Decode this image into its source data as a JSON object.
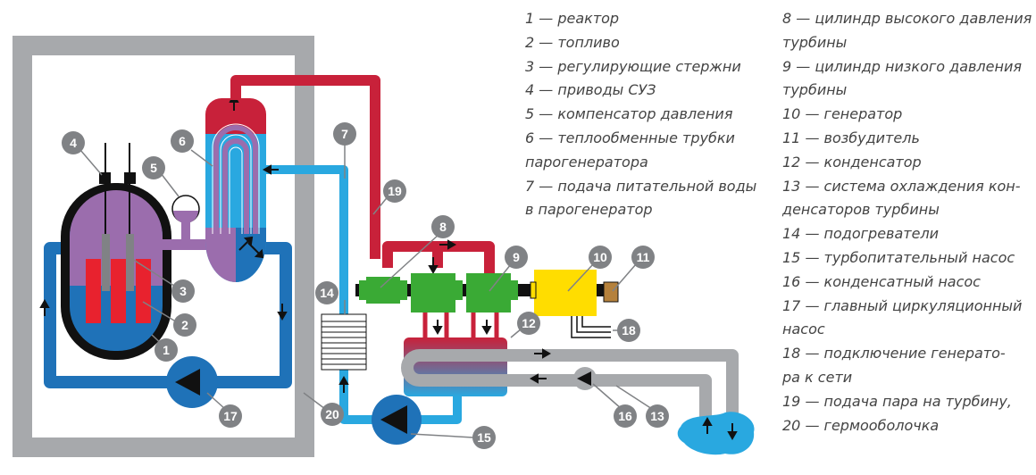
{
  "colors": {
    "containment": "#a7a9ac",
    "cold_loop": "#1f72b8",
    "feedwater": "#29a8e0",
    "steam": "#c8213a",
    "reactor_interior": "#9b6dad",
    "fuel": "#e8222e",
    "hp_lp_cylinders": "#3aaa35",
    "generator": "#ffdd00",
    "cooling": "#a7a9ac",
    "callout": "#808285",
    "pump": "#1f72b8"
  },
  "callouts": [
    "1",
    "2",
    "3",
    "4",
    "5",
    "6",
    "7",
    "8",
    "9",
    "10",
    "11",
    "12",
    "13",
    "14",
    "15",
    "16",
    "17",
    "18",
    "19",
    "20"
  ],
  "legend": {
    "left": [
      {
        "line": "1 — реактор"
      },
      {
        "line": "2 — топливо"
      },
      {
        "line": "3 — регулирующие стержни"
      },
      {
        "line": "4 — приводы СУЗ"
      },
      {
        "line": "5 — компенсатор давления"
      },
      {
        "line": "6 — теплообменные трубки"
      },
      {
        "line": "парогенератора"
      },
      {
        "line": "7 — подача питательной воды"
      },
      {
        "line": "в парогенератор"
      }
    ],
    "right": [
      {
        "line": "8 — цилиндр высокого давления"
      },
      {
        "line": "турбины"
      },
      {
        "line": "9 — цилиндр низкого давления"
      },
      {
        "line": "турбины"
      },
      {
        "line": "10 — генератор"
      },
      {
        "line": "11 — возбудитель"
      },
      {
        "line": "12 — конденсатор"
      },
      {
        "line": "13 — система охлаждения кон-"
      },
      {
        "line": "денсаторов турбины"
      },
      {
        "line": "14 — подогреватели"
      },
      {
        "line": "15 — турбопитательный насос"
      },
      {
        "line": "16 — конденсатный насос"
      },
      {
        "line": "17 — главный циркуляционный"
      },
      {
        "line": "насос"
      },
      {
        "line": "18 — подключение генерато-"
      },
      {
        "line": "ра к сети"
      },
      {
        "line": "19 — подача пара на турбину,"
      },
      {
        "line": "20 — гермооболочка"
      }
    ]
  }
}
